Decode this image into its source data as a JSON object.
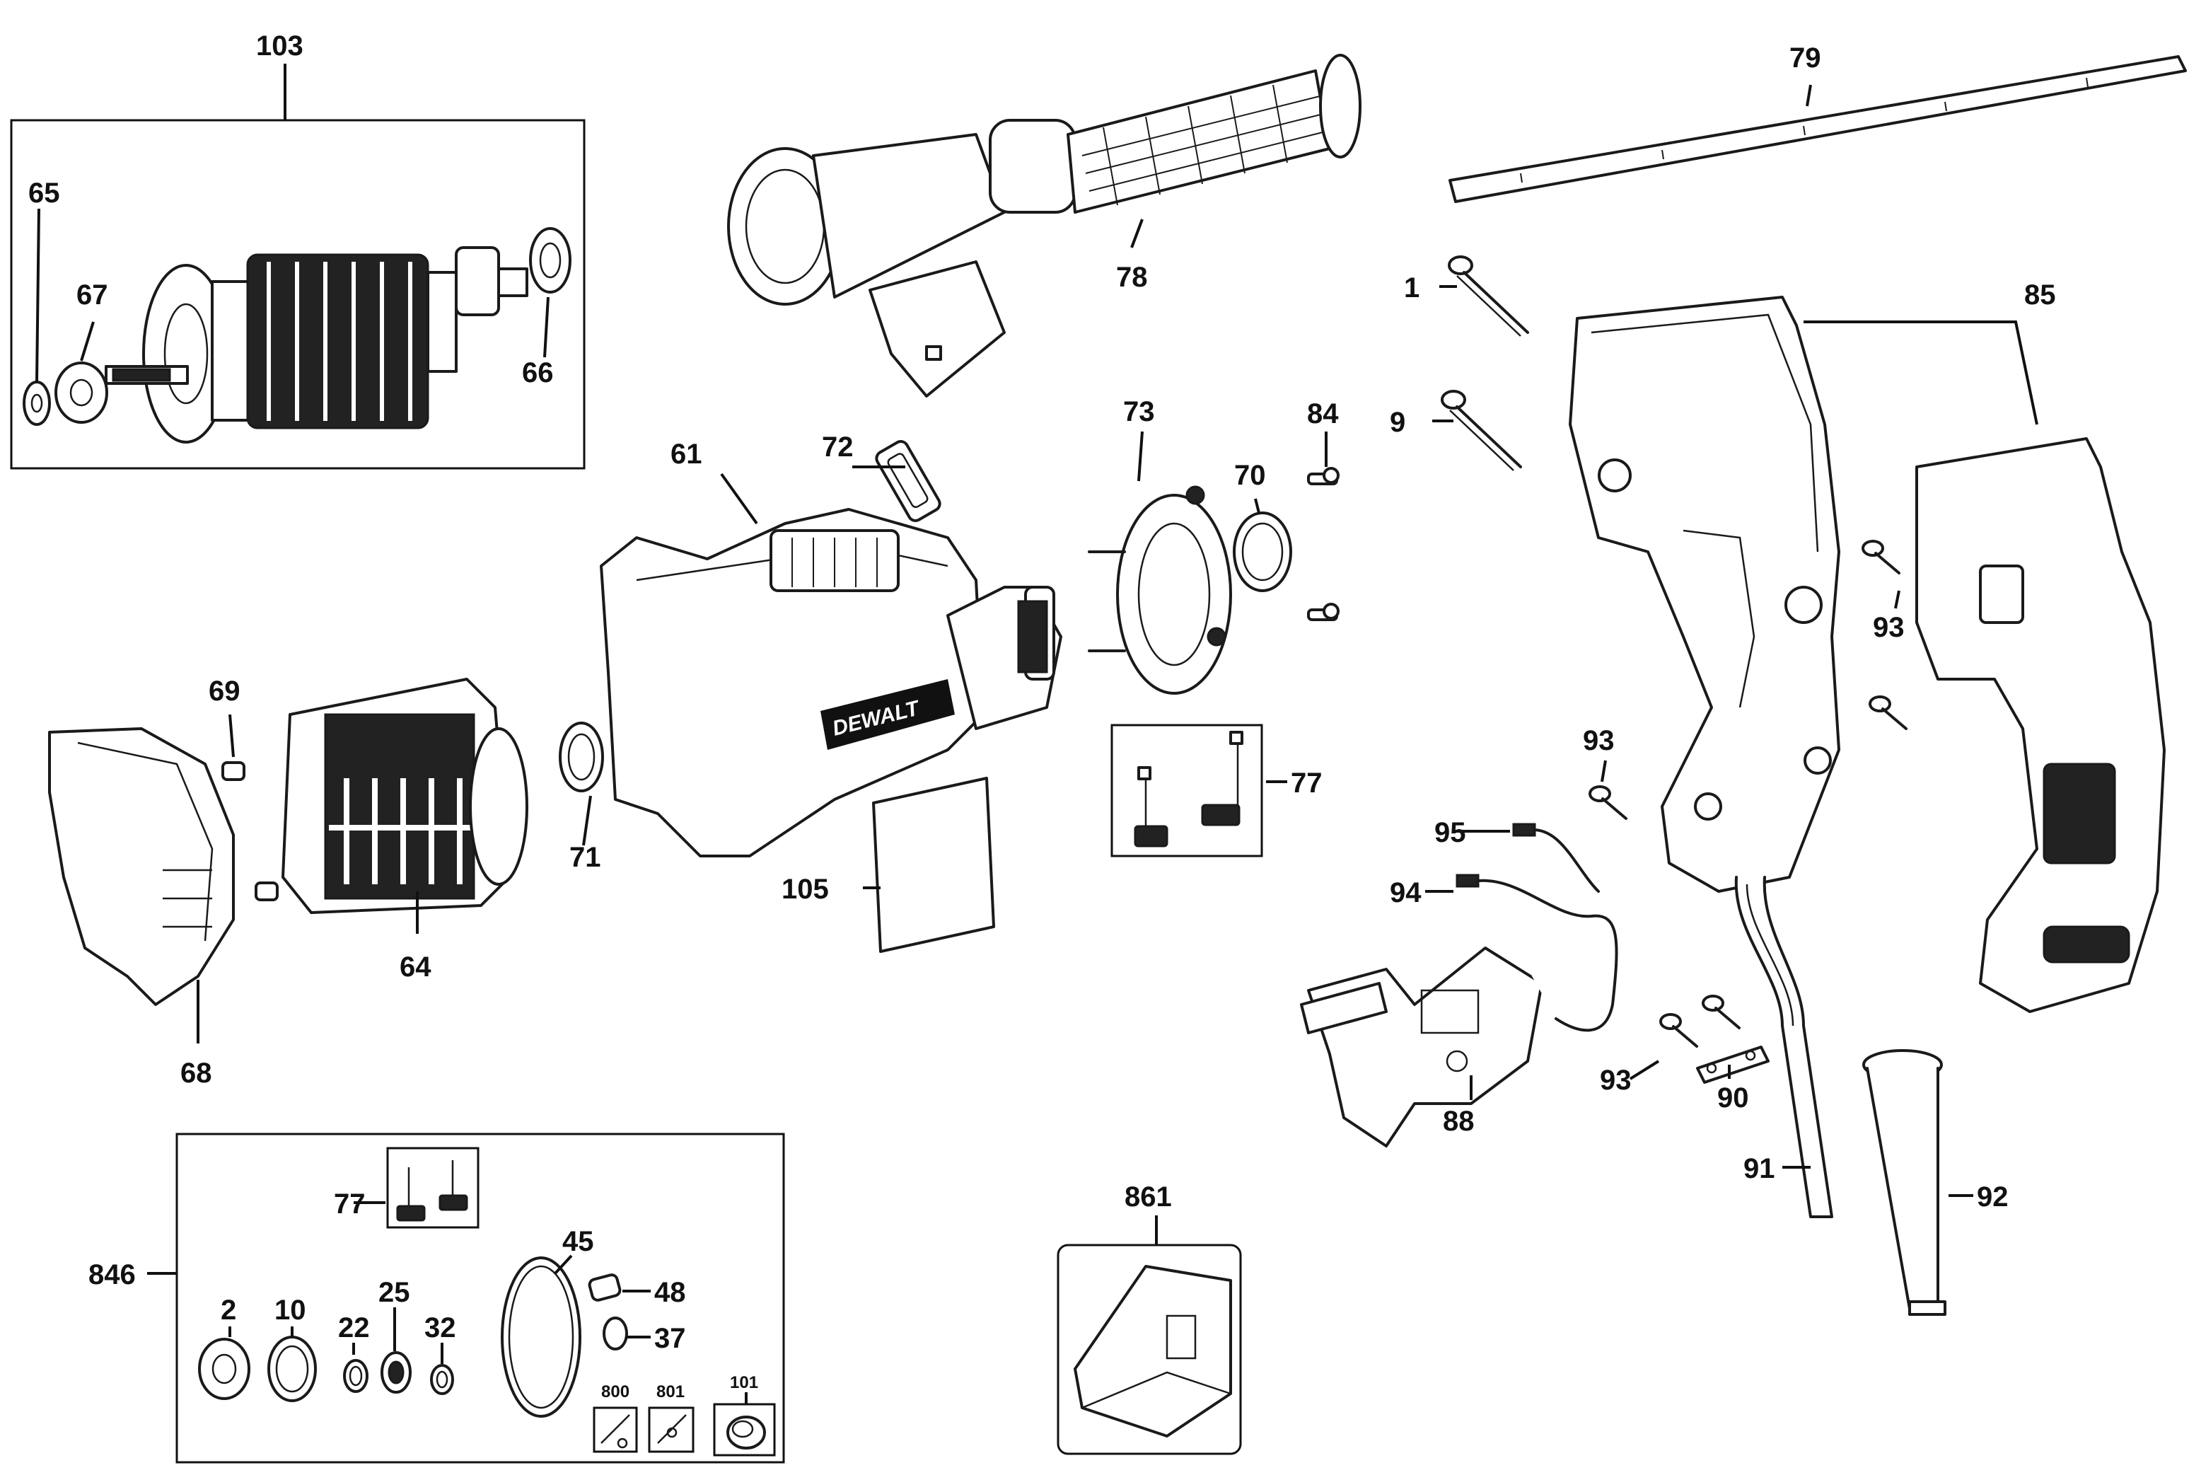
{
  "brand_logo": "DEWALT",
  "parts": {
    "p1": "1",
    "p2": "2",
    "p9": "9",
    "p10": "10",
    "p22": "22",
    "p25": "25",
    "p32": "32",
    "p37": "37",
    "p45": "45",
    "p48": "48",
    "p61": "61",
    "p64": "64",
    "p65": "65",
    "p66": "66",
    "p67": "67",
    "p68": "68",
    "p69": "69",
    "p70": "70",
    "p71": "71",
    "p72": "72",
    "p73": "73",
    "p77": "77",
    "p78": "78",
    "p79": "79",
    "p84": "84",
    "p85": "85",
    "p88": "88",
    "p90": "90",
    "p91": "91",
    "p92": "92",
    "p93": "93",
    "p94": "94",
    "p95": "95",
    "p101": "101",
    "p103": "103",
    "p105": "105",
    "p800": "800",
    "p801": "801",
    "p846": "846",
    "p861": "861"
  }
}
